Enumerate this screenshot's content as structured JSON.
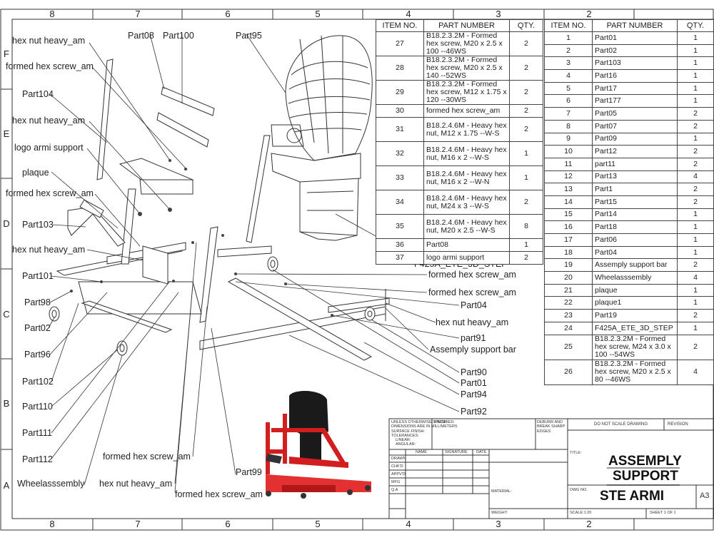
{
  "zones": {
    "cols_top": [
      "8",
      "7",
      "6",
      "5",
      "4",
      "3",
      "2"
    ],
    "cols_bottom": [
      "8",
      "7",
      "6",
      "5",
      "4",
      "3",
      "2"
    ],
    "rows": [
      "F",
      "E",
      "D",
      "C",
      "B",
      "A"
    ]
  },
  "callouts": [
    "Part08",
    "Part100",
    "Part95",
    "hex nut heavy_am",
    "formed hex screw_am",
    "Part104",
    "hex nut heavy_am",
    "logo armi support",
    "plaque",
    "formed hex screw_am",
    "Part103",
    "hex nut heavy_am",
    "Part101",
    "Part98",
    "Part02",
    "Part96",
    "Part102",
    "Part110",
    "Part111",
    "Part112",
    "Wheelasssembly",
    "formed hex screw_am",
    "hex nut heavy_am",
    "formed hex screw_am",
    "Part99",
    "F425A_ETE_3D_STEP",
    "formed hex screw_am",
    "formed hex screw_am",
    "Part04",
    "hex nut heavy_am",
    "part91",
    "Assemply support bar",
    "Part90",
    "Part01",
    "Part94",
    "Part92"
  ],
  "bom_left": {
    "headers": [
      "ITEM NO.",
      "PART NUMBER",
      "QTY."
    ],
    "rows": [
      [
        "27",
        "B18.2.3.2M - Formed hex screw, M20 x 2.5 x 100 --46WS",
        "2"
      ],
      [
        "28",
        "B18.2.3.2M - Formed hex screw, M20 x 2.5 x 140 --52WS",
        "2"
      ],
      [
        "29",
        "B18.2.3.2M - Formed hex screw, M12 x 1.75 x 120 --30WS",
        "2"
      ],
      [
        "30",
        "formed hex screw_am",
        "2"
      ],
      [
        "31",
        "B18.2.4.6M - Heavy hex nut, M12 x 1.75 --W-S",
        "2"
      ],
      [
        "32",
        "B18.2.4.6M - Heavy hex nut, M16 x 2 --W-S",
        "1"
      ],
      [
        "33",
        "B18.2.4.6M - Heavy hex nut, M16 x 2 --W-N",
        "1"
      ],
      [
        "34",
        "B18.2.4.6M - Heavy hex nut, M24 x 3 --W-S",
        "2"
      ],
      [
        "35",
        "B18.2.4.6M - Heavy hex nut, M20 x 2.5 --W-S",
        "8"
      ],
      [
        "36",
        "Part08",
        "1"
      ],
      [
        "37",
        "logo armi support",
        "2"
      ]
    ]
  },
  "bom_right": {
    "headers": [
      "ITEM NO.",
      "PART NUMBER",
      "QTY."
    ],
    "rows": [
      [
        "1",
        "Part01",
        "1"
      ],
      [
        "2",
        "Part02",
        "1"
      ],
      [
        "3",
        "Part103",
        "1"
      ],
      [
        "4",
        "Part16",
        "1"
      ],
      [
        "5",
        "Part17",
        "1"
      ],
      [
        "6",
        "Part177",
        "1"
      ],
      [
        "7",
        "Part05",
        "2"
      ],
      [
        "8",
        "Part07",
        "2"
      ],
      [
        "9",
        "Part09",
        "1"
      ],
      [
        "10",
        "Part12",
        "2"
      ],
      [
        "11",
        "part11",
        "2"
      ],
      [
        "12",
        "Part13",
        "4"
      ],
      [
        "13",
        "Part1",
        "2"
      ],
      [
        "14",
        "Part15",
        "2"
      ],
      [
        "15",
        "Part14",
        "1"
      ],
      [
        "16",
        "Part18",
        "1"
      ],
      [
        "17",
        "Part06",
        "1"
      ],
      [
        "18",
        "Part04",
        "1"
      ],
      [
        "19",
        "Assemply support bar",
        "2"
      ],
      [
        "20",
        "Wheelasssembly",
        "4"
      ],
      [
        "21",
        "plaque",
        "1"
      ],
      [
        "22",
        "plaque1",
        "1"
      ],
      [
        "23",
        "Part19",
        "2"
      ],
      [
        "24",
        "F425A_ETE_3D_STEP",
        "1"
      ],
      [
        "25",
        "B18.2.3.2M - Formed hex screw, M24 x 3.0 x 100 --54WS",
        "2"
      ],
      [
        "26",
        "B18.2.3.2M - Formed hex screw, M20 x 2.5 x 80 --46WS",
        "4"
      ]
    ]
  },
  "title_block": {
    "notes": [
      "UNLESS OTHERWISE SPECIFIED:",
      "DIMENSIONS ARE IN MILLIMETERS",
      "SURFACE FINISH:",
      "TOLERANCES:",
      "LINEAR:",
      "ANGULAR:"
    ],
    "finish": "FINISH:",
    "deburr": [
      "DEBURR AND",
      "BREAK SHARP",
      "EDGES"
    ],
    "do_not_scale": "DO NOT SCALE DRAWING",
    "revision": "REVISION",
    "col_headers": [
      "NAME",
      "SIGNATURE",
      "DATE"
    ],
    "roles": [
      "DRAWN",
      "CHK'D",
      "APPV'D",
      "MFG",
      "Q.A"
    ],
    "title_label": "TITLE:",
    "title_line1": "ASSEMPLY",
    "title_line2": "SUPPORT",
    "material": "MATERIAL:",
    "dwg_no_label": "DWG NO.",
    "dwg_no": "STE ARMI",
    "size": "A3",
    "weight": "WEIGHT:",
    "scale": "SCALE:1:20",
    "sheet": "SHEET 1 OF 1"
  },
  "colors": {
    "line": "#333333",
    "render_frame": "#d21e1e",
    "render_motor": "#1a1a1a"
  }
}
